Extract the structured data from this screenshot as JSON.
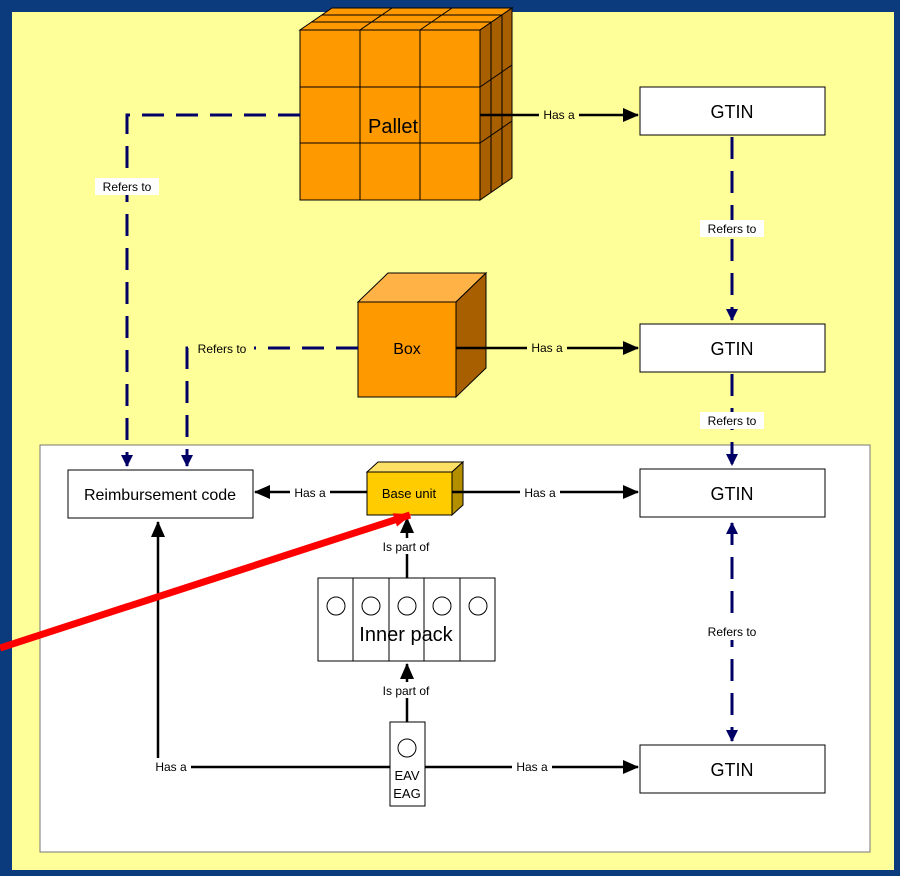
{
  "diagram": {
    "nodes": {
      "pallet": "Pallet",
      "box": "Box",
      "base_unit": "Base unit",
      "inner_pack": "Inner pack",
      "eav_line1": "EAV",
      "eav_line2": "EAG",
      "reimbursement": "Reimbursement code",
      "gtin_pallet": "GTIN",
      "gtin_box": "GTIN",
      "gtin_base": "GTIN",
      "gtin_eav": "GTIN"
    },
    "edges": {
      "pallet_has_gtin": "Has a",
      "box_has_gtin": "Has a",
      "base_has_gtin": "Has a",
      "base_has_reimb": "Has a",
      "eav_has_gtin": "Has a",
      "eav_has_reimb": "Has a",
      "inner_part_of_base": "Is part of",
      "eav_part_of_inner": "Is part of",
      "pallet_refers_reimb": "Refers to",
      "box_refers_reimb": "Refers to",
      "gtin_pallet_refers_box": "Refers to",
      "gtin_box_refers_base": "Refers to",
      "gtin_base_refers_eav": "Refers to"
    },
    "colors": {
      "frame": "#0b3b7c",
      "background": "#ffff99",
      "orange": "#ff9900",
      "gold": "#ffcc00",
      "dashed_arrow": "#000066",
      "pointer": "#ff0000"
    }
  }
}
